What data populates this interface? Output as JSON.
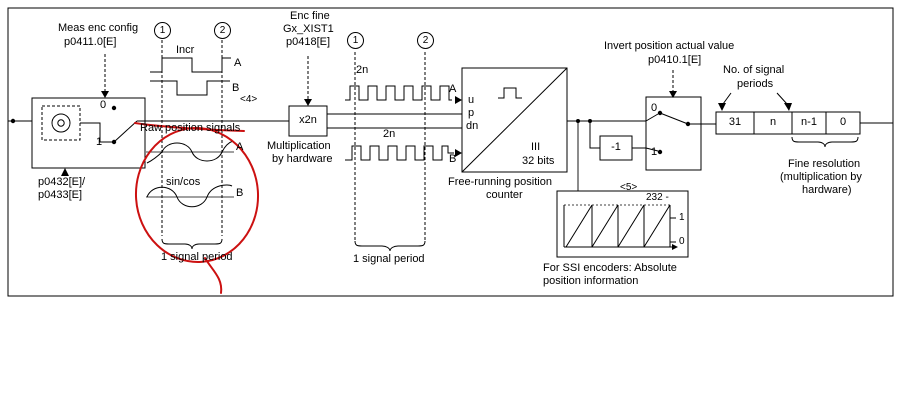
{
  "colors": {
    "ink": "#000000",
    "annotation": "#cc1111",
    "background": "#ffffff"
  },
  "meas_enc": {
    "title_line1": "Meas enc config",
    "title_line2": "p0411.0[E]",
    "sw_0": "0",
    "sw_1": "1",
    "param_line1": "p0432[E]/",
    "param_line2": "p0433[E]"
  },
  "incr_signals": {
    "marker1": "1",
    "marker2": "2",
    "name": "Incr",
    "square_a": "A",
    "square_b": "B",
    "ref4": "<4>",
    "raw_label": "Raw position signals",
    "sincos": "sin/cos",
    "sine_a": "A",
    "sine_b": "B",
    "period": "1 signal period"
  },
  "enc_fine": {
    "title_line1": "Enc fine",
    "title_line2": "Gx_XIST1",
    "title_line3": "p0418[E]",
    "block": "x2n",
    "mult_line1": "Multiplication",
    "mult_line2": "by hardware",
    "marker1": "1",
    "marker2": "2",
    "pow_a": "2n",
    "pow_b": "2n",
    "square_a": "A",
    "square_b": "B",
    "period": "1 signal period"
  },
  "counter": {
    "in_u": "u",
    "in_p": "p",
    "in_dn": "dn",
    "marks": "III",
    "bits": "32 bits",
    "caption_line1": "Free-running position",
    "caption_line2": "counter"
  },
  "invert": {
    "title": "Invert position actual value",
    "param": "p0410.1[E]",
    "minus_one": "-1",
    "sw_0": "0",
    "sw_1": "1",
    "ref5": "<5>"
  },
  "bit_field": {
    "title_line1": "No. of signal",
    "title_line2": "periods",
    "bit_31": "31",
    "bit_n": "n",
    "bit_n1": "n-1",
    "bit_0": "0",
    "fine_line1": "Fine resolution",
    "fine_line2": "(multiplication by",
    "fine_line3": "hardware)"
  },
  "ssi": {
    "max": "232 -",
    "one": "1",
    "zero": "0",
    "caption_line1": "For SSI encoders:  Absolute",
    "caption_line2": "position information"
  }
}
